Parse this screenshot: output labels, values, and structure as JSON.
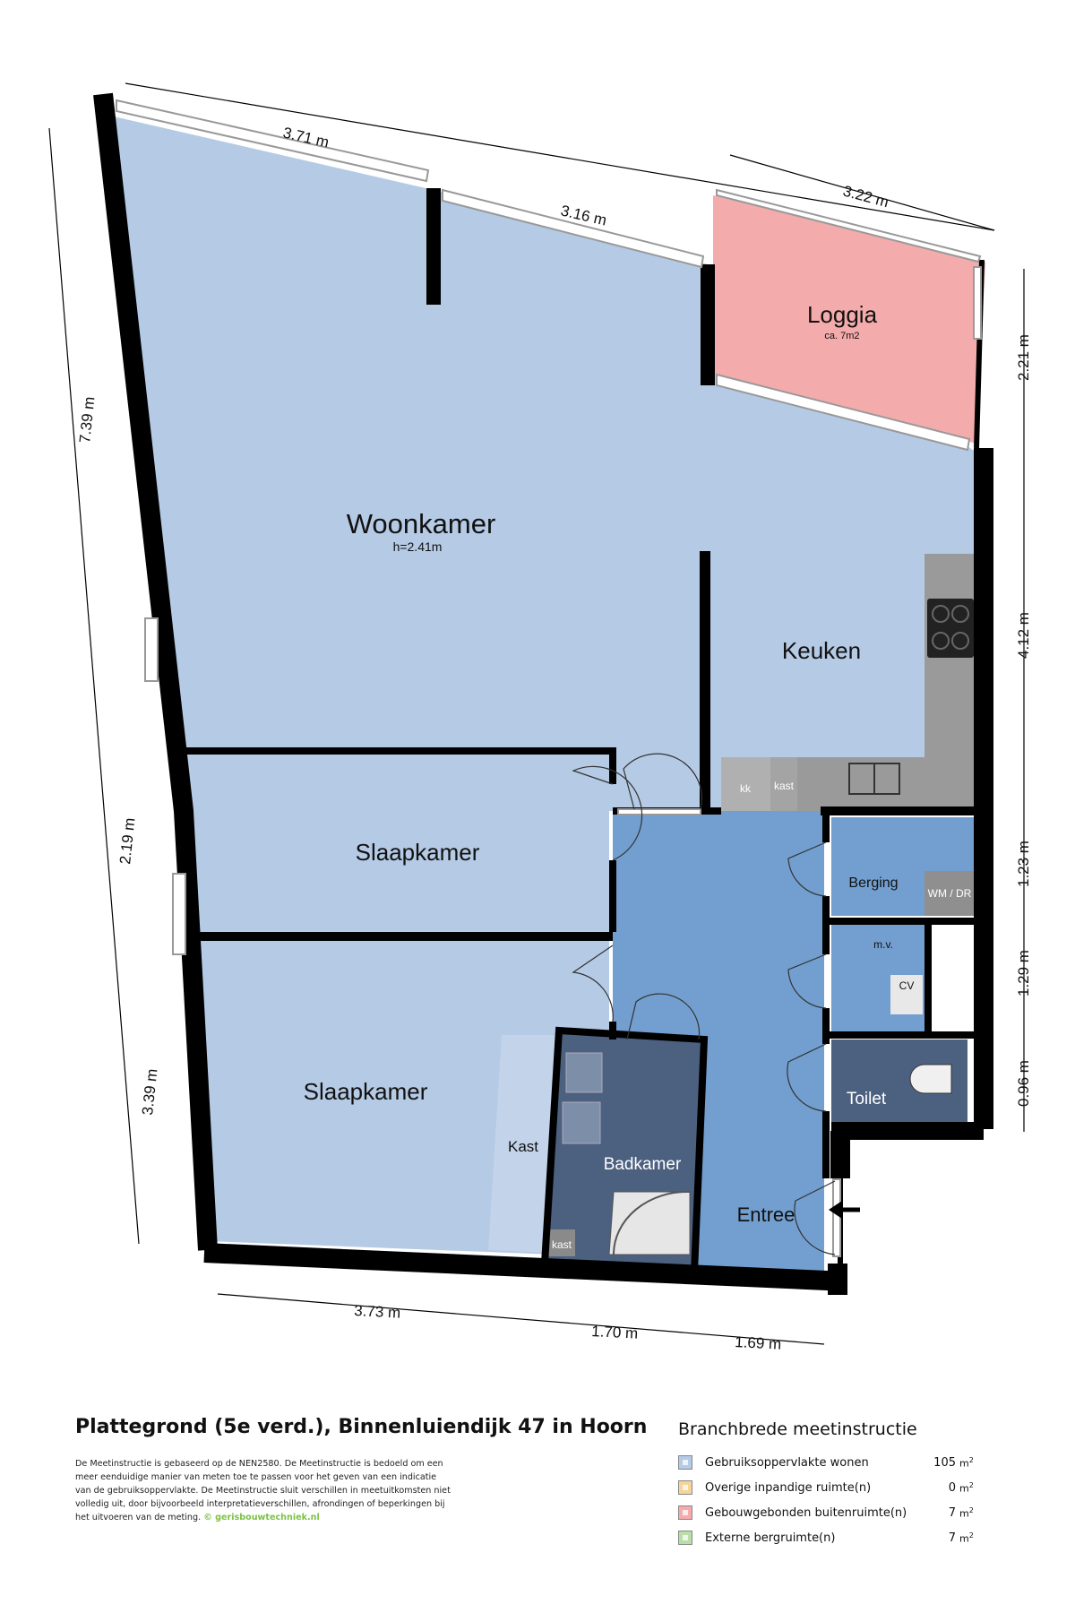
{
  "colors": {
    "living": "#b5cae5",
    "hall": "#729fcf",
    "bath": "#4c6080",
    "loggia": "#f4abab",
    "wall": "#000000",
    "kitchen_counter": "#9a9a9a"
  },
  "rooms": {
    "woonkamer": {
      "name": "Woonkamer",
      "sub": "h=2.41m"
    },
    "loggia": {
      "name": "Loggia",
      "sub": "ca. 7m2"
    },
    "keuken": {
      "name": "Keuken"
    },
    "slaapkamer1": {
      "name": "Slaapkamer"
    },
    "slaapkamer2": {
      "name": "Slaapkamer"
    },
    "berging": {
      "name": "Berging"
    },
    "toilet": {
      "name": "Toilet"
    },
    "badkamer": {
      "name": "Badkamer"
    },
    "entree": {
      "name": "Entree"
    },
    "kast_closet": {
      "name": "Kast"
    }
  },
  "fixtures": {
    "kk": "kk",
    "kast_kitchen": "kast",
    "kast_bath": "kast",
    "wm_dr": "WM / DR",
    "mv": "m.v.",
    "cv": "CV"
  },
  "dimensions": {
    "top_left": "3.71 m",
    "top_mid": "3.16 m",
    "top_right": "3.22 m",
    "left_upper": "7.39 m",
    "left_mid": "2.19 m",
    "left_lower": "3.39 m",
    "right_1": "2.21 m",
    "right_2": "4.12 m",
    "right_3": "1.23 m",
    "right_4": "1.29 m",
    "right_5": "0.96 m",
    "bottom_1": "3.73 m",
    "bottom_2": "1.70 m",
    "bottom_3": "1.69 m"
  },
  "footer": {
    "title": "Plattegrond (5e verd.), Binnenluiendijk 47 in Hoorn",
    "disclaimer": "De Meetinstructie is gebaseerd op de NEN2580. De Meetinstructie is bedoeld om een meer eenduidige manier van meten toe te passen voor het geven van een indicatie van de gebruiksoppervlakte. De Meetinstructie sluit verschillen in meetuitkomsten niet volledig uit, door bijvoorbeeld interpretatieverschillen, afrondingen of beperkingen bij het uitvoeren van de meting.",
    "credit": "© gerisbouwtechniek.nl"
  },
  "legend": {
    "title": "Branchbrede meetinstructie",
    "unit": "m",
    "unit_sup": "2",
    "items": [
      {
        "label": "Gebruiksoppervlakte wonen",
        "value": "105",
        "color": "#b5cae5"
      },
      {
        "label": "Overige inpandige ruimte(n)",
        "value": "0",
        "color": "#f6d59b"
      },
      {
        "label": "Gebouwgebonden buitenruimte(n)",
        "value": "7",
        "color": "#f4abab"
      },
      {
        "label": "Externe bergruimte(n)",
        "value": "7",
        "color": "#b9dfa6"
      }
    ]
  }
}
